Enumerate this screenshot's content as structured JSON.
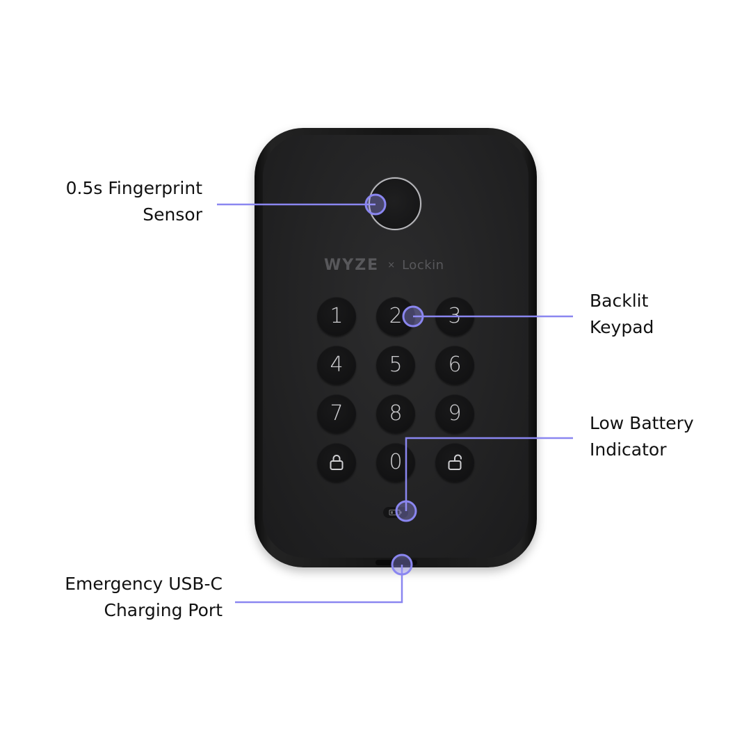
{
  "colors": {
    "accent": "#8a86f0",
    "background": "#ffffff",
    "device_body": "#1b1b1c",
    "key_text": "#cfcfd2"
  },
  "brand": {
    "name_left": "WYZE",
    "separator": "×",
    "name_right": "Lockin"
  },
  "keypad": {
    "keys": [
      {
        "label": "1"
      },
      {
        "label": "2"
      },
      {
        "label": "3"
      },
      {
        "label": "4"
      },
      {
        "label": "5"
      },
      {
        "label": "6"
      },
      {
        "label": "7"
      },
      {
        "label": "8"
      },
      {
        "label": "9"
      },
      {
        "icon": "lock-closed-icon"
      },
      {
        "label": "0"
      },
      {
        "icon": "lock-open-icon"
      }
    ]
  },
  "callouts": {
    "fingerprint": {
      "line1": "0.5s Fingerprint",
      "line2": "Sensor"
    },
    "keypad": {
      "line1": "Backlit",
      "line2": "Keypad"
    },
    "battery": {
      "line1": "Low Battery",
      "line2": "Indicator"
    },
    "usb": {
      "line1": "Emergency USB-C",
      "line2": "Charging Port"
    }
  }
}
